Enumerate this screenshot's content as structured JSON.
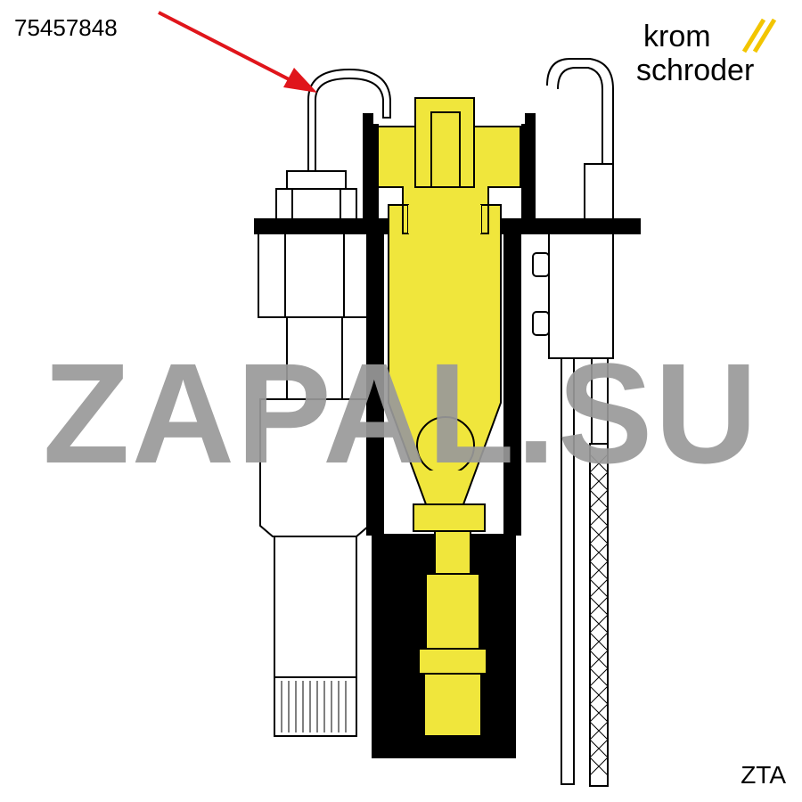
{
  "part_number": "75457848",
  "brand": {
    "line1": "krom",
    "line2": "schroder",
    "slash_color": "#f2c500"
  },
  "model": "ZTA",
  "watermark": "ZAPAL.SU",
  "colors": {
    "highlight_yellow": "#f0e63c",
    "outline": "#000000",
    "arrow": "#e0151b",
    "watermark": "#9a9a9a"
  },
  "callout": {
    "target": "ignition electrode tube",
    "icon": "arrow-icon"
  }
}
